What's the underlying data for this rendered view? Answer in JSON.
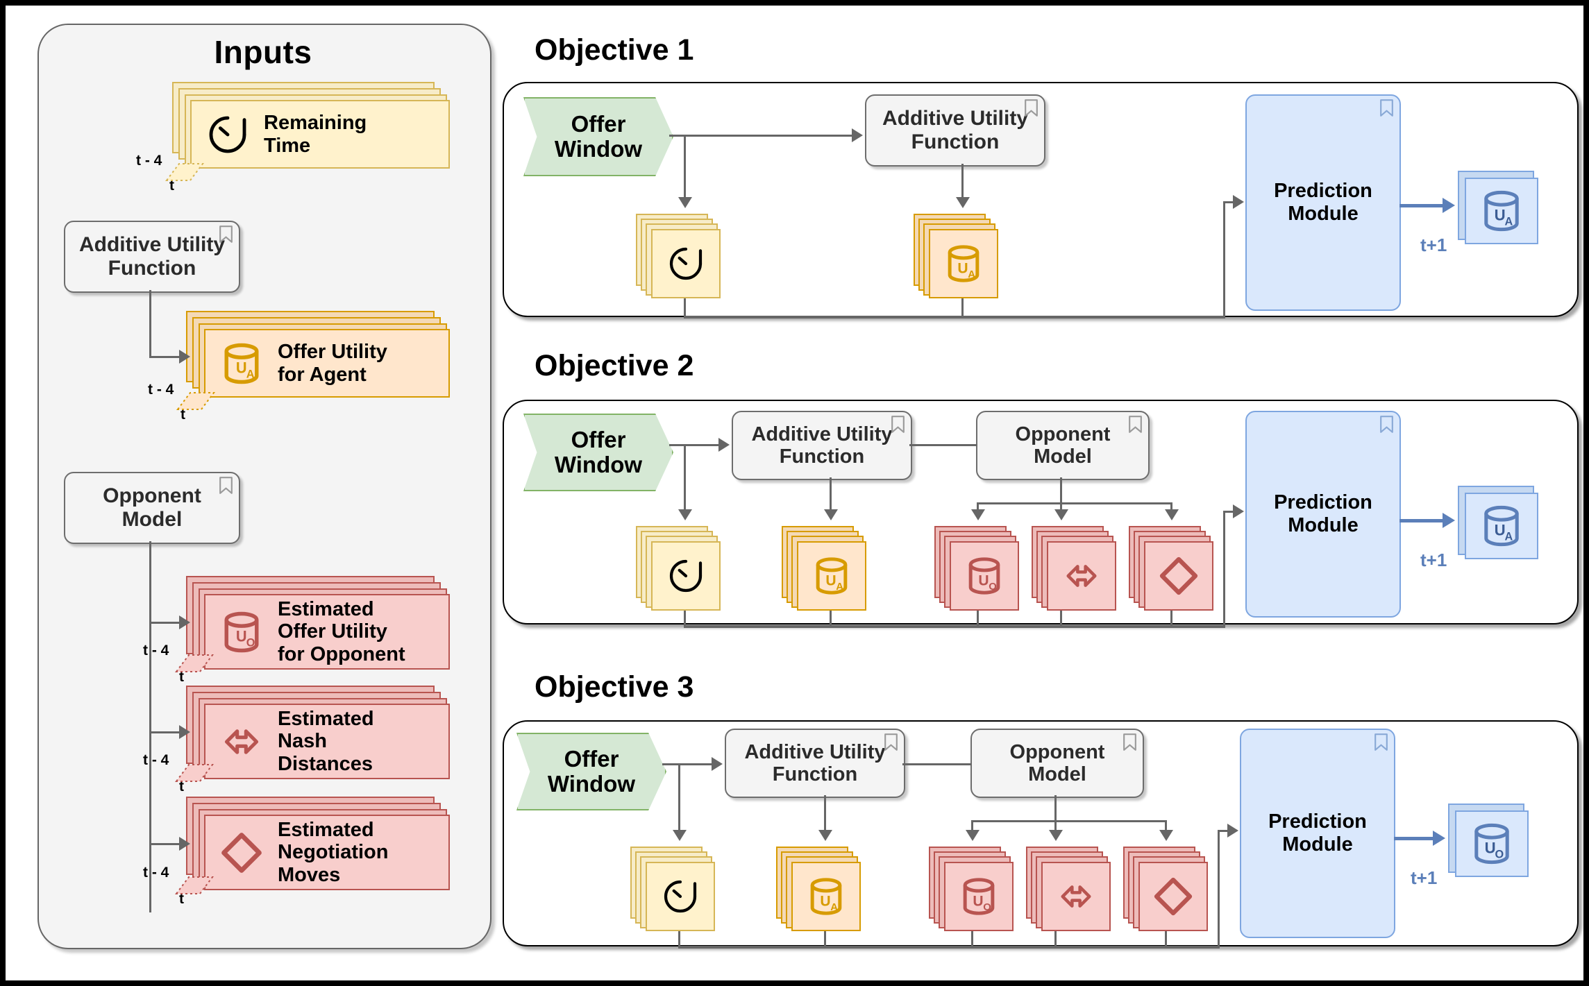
{
  "inputs": {
    "title": "Inputs",
    "modules": [
      {
        "id": "additive-utility-function",
        "label": "Additive Utility\nFunction"
      },
      {
        "id": "opponent-model",
        "label": "Opponent\nModel"
      }
    ],
    "items": [
      {
        "id": "remaining-time",
        "label": "Remaining\nTime",
        "icon": "clock-icon",
        "color": "yellow",
        "tick_start": "t - 4",
        "tick_end": "t"
      },
      {
        "id": "offer-utility-for-agent",
        "label": "Offer Utility\nfor Agent",
        "icon": "database-ua-icon",
        "color": "orange",
        "tick_start": "t - 4",
        "tick_end": "t"
      },
      {
        "id": "estimated-offer-utility-for-opponent",
        "label": "Estimated\nOffer Utility\nfor Opponent",
        "icon": "database-uo-icon",
        "color": "red",
        "tick_start": "t - 4",
        "tick_end": "t"
      },
      {
        "id": "estimated-nash-distances",
        "label": "Estimated\nNash\nDistances",
        "icon": "double-arrow-icon",
        "color": "red",
        "tick_start": "t - 4",
        "tick_end": "t"
      },
      {
        "id": "estimated-negotiation-moves",
        "label": "Estimated\nNegotiation\nMoves",
        "icon": "diamond-icon",
        "color": "red",
        "tick_start": "t - 4",
        "tick_end": "t"
      }
    ]
  },
  "objectives": [
    {
      "id": "objective-1",
      "title": "Objective 1",
      "offer_window": "Offer\nWindow",
      "modules": [
        {
          "id": "additive-utility-function",
          "label": "Additive Utility\nFunction"
        }
      ],
      "cubes": [
        {
          "id": "remaining-time-cube",
          "icon": "clock-icon",
          "color": "yellow"
        },
        {
          "id": "offer-utility-agent-cube",
          "icon": "database-ua-icon",
          "color": "orange",
          "symbol": "U",
          "sub": "A"
        }
      ],
      "prediction_module": "Prediction\nModule",
      "output": {
        "id": "output-ua",
        "symbol": "U",
        "sub": "A",
        "time_label": "t+1"
      }
    },
    {
      "id": "objective-2",
      "title": "Objective 2",
      "offer_window": "Offer\nWindow",
      "modules": [
        {
          "id": "additive-utility-function",
          "label": "Additive Utility\nFunction"
        },
        {
          "id": "opponent-model",
          "label": "Opponent\nModel"
        }
      ],
      "cubes": [
        {
          "id": "remaining-time-cube",
          "icon": "clock-icon",
          "color": "yellow"
        },
        {
          "id": "offer-utility-agent-cube",
          "icon": "database-ua-icon",
          "color": "orange",
          "symbol": "U",
          "sub": "A"
        },
        {
          "id": "estimated-offer-utility-opponent-cube",
          "icon": "database-uo-icon",
          "color": "red",
          "symbol": "U",
          "sub": "O"
        },
        {
          "id": "estimated-nash-distances-cube",
          "icon": "double-arrow-icon",
          "color": "red"
        },
        {
          "id": "estimated-negotiation-moves-cube",
          "icon": "diamond-icon",
          "color": "red"
        }
      ],
      "prediction_module": "Prediction\nModule",
      "output": {
        "id": "output-ua",
        "symbol": "U",
        "sub": "A",
        "time_label": "t+1"
      }
    },
    {
      "id": "objective-3",
      "title": "Objective 3",
      "offer_window": "Offer\nWindow",
      "modules": [
        {
          "id": "additive-utility-function",
          "label": "Additive Utility\nFunction"
        },
        {
          "id": "opponent-model",
          "label": "Opponent\nModel"
        }
      ],
      "cubes": [
        {
          "id": "remaining-time-cube",
          "icon": "clock-icon",
          "color": "yellow"
        },
        {
          "id": "offer-utility-agent-cube",
          "icon": "database-ua-icon",
          "color": "orange",
          "symbol": "U",
          "sub": "A"
        },
        {
          "id": "estimated-offer-utility-opponent-cube",
          "icon": "database-uo-icon",
          "color": "red",
          "symbol": "U",
          "sub": "O"
        },
        {
          "id": "estimated-nash-distances-cube",
          "icon": "double-arrow-icon",
          "color": "red"
        },
        {
          "id": "estimated-negotiation-moves-cube",
          "icon": "diamond-icon",
          "color": "red"
        }
      ],
      "prediction_module": "Prediction\nModule",
      "output": {
        "id": "output-uo",
        "symbol": "U",
        "sub": "O",
        "time_label": "t+1"
      }
    }
  ],
  "colors": {
    "yellow_bg": "#fff2cc",
    "yellow_border": "#d6b656",
    "orange_bg": "#ffe6cc",
    "orange_border": "#d79b00",
    "red_bg": "#f8cecc",
    "red_border": "#b85450",
    "green_bg": "#d5e8d4",
    "green_border": "#82b366",
    "blue_bg": "#dae8fc",
    "blue_border": "#7ea6e0",
    "grey_bg": "#f4f4f4",
    "grey_border": "#6d6d6d",
    "line": "#666666",
    "blue_line": "#5b7fb9"
  }
}
